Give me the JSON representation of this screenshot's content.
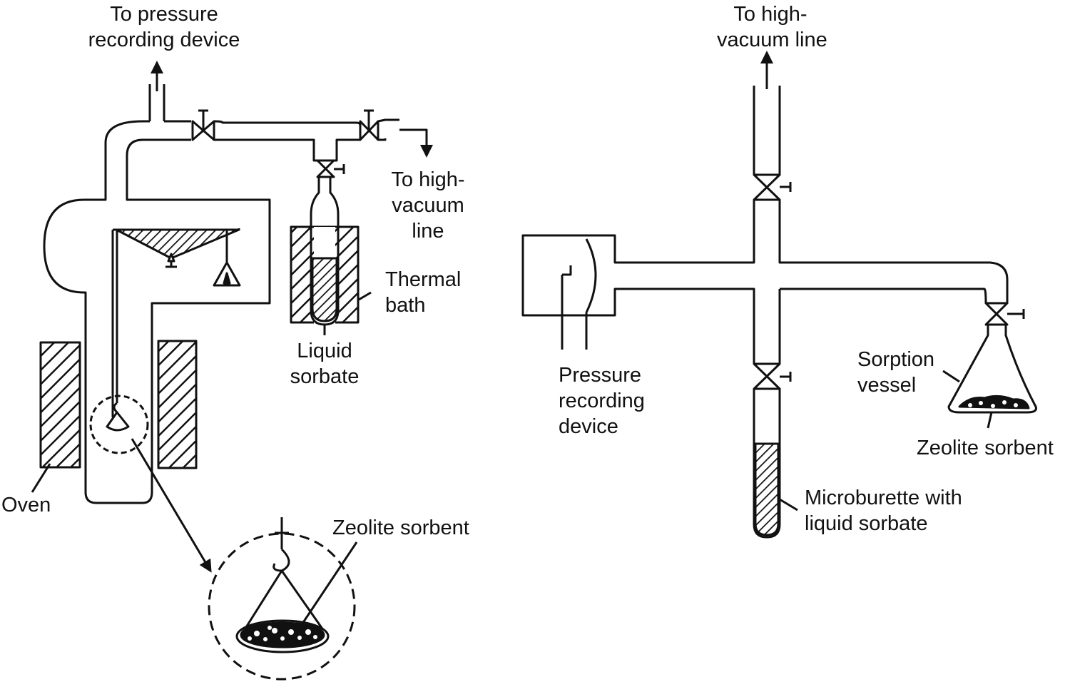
{
  "diagram": {
    "stroke_color": "#111111",
    "background": "#ffffff"
  },
  "left_apparatus": {
    "to_pressure_line1": "To pressure",
    "to_pressure_line2": "recording device",
    "to_vacuum_line1": "To high-",
    "to_vacuum_line2": "vacuum",
    "to_vacuum_line3": "line",
    "thermal_bath_line1": "Thermal",
    "thermal_bath_line2": "bath",
    "liquid_sorbate_line1": "Liquid",
    "liquid_sorbate_line2": "sorbate",
    "oven": "Oven",
    "zeolite_sorbent": "Zeolite sorbent"
  },
  "right_apparatus": {
    "to_vacuum_line1": "To high-",
    "to_vacuum_line2": "vacuum line",
    "pressure_device_line1": "Pressure",
    "pressure_device_line2": "recording",
    "pressure_device_line3": "device",
    "sorption_vessel_line1": "Sorption",
    "sorption_vessel_line2": "vessel",
    "zeolite_sorbent": "Zeolite sorbent",
    "microburette_line1": "Microburette with",
    "microburette_line2": "liquid sorbate"
  }
}
